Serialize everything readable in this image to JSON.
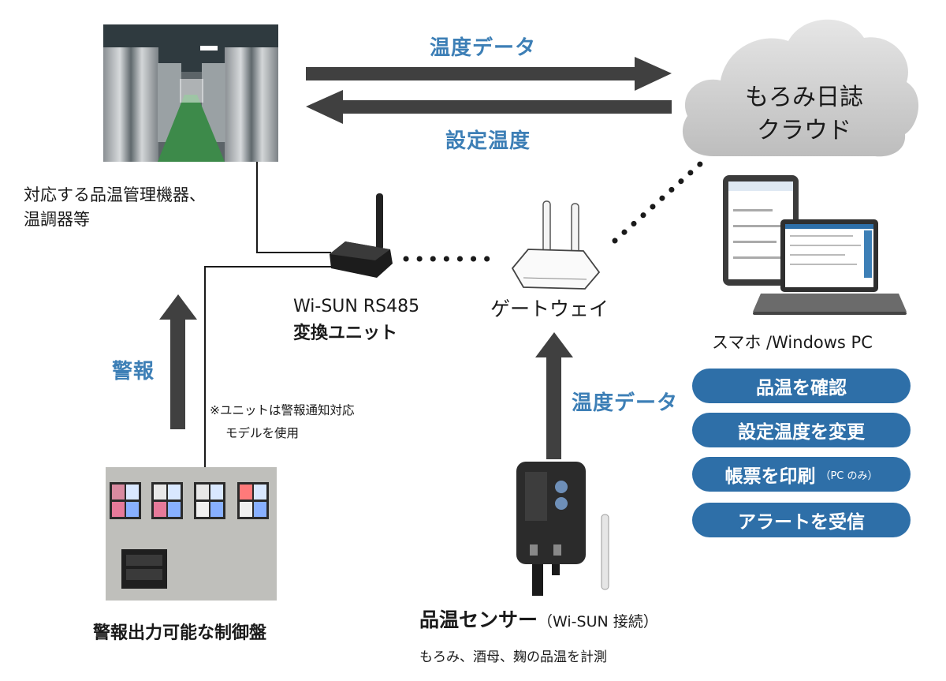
{
  "arrows": {
    "temp_data_top": "温度データ",
    "setpoint": "設定温度",
    "alarm": "警報",
    "temp_data_sensor": "温度データ"
  },
  "cloud": {
    "line1": "もろみ日誌",
    "line2": "クラウド"
  },
  "tank": {
    "caption_line1": "対応する品温管理機器、",
    "caption_line2": "温調器等"
  },
  "converter": {
    "line1": "Wi-SUN RS485",
    "line2": "変換ユニット"
  },
  "gateway": {
    "label": "ゲートウェイ"
  },
  "devices": {
    "label": "スマホ /Windows PC"
  },
  "note": {
    "line1": "※ユニットは警報通知対応",
    "line2": "モデルを使用"
  },
  "panel": {
    "caption": "警報出力可能な制御盤"
  },
  "sensor": {
    "title": "品温センサー",
    "title_suffix": "（Wi-SUN 接続）",
    "subtitle": "もろみ、酒母、麹の品温を計測"
  },
  "features": [
    {
      "label": "品温を確認",
      "note": ""
    },
    {
      "label": "設定温度を変更",
      "note": ""
    },
    {
      "label": "帳票を印刷",
      "note": "（PC のみ）"
    },
    {
      "label": "アラートを受信",
      "note": ""
    }
  ],
  "colors": {
    "accent_blue": "#3d7fb6",
    "pill_blue": "#2e6fa8",
    "arrow_gray": "#404040",
    "cloud_gray": "#c8c8c8"
  }
}
